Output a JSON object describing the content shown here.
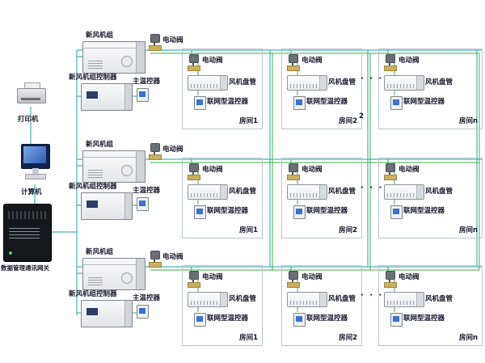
{
  "diagram": {
    "left": {
      "printer": "打印机",
      "computer": "计算机",
      "gateway": "数据管理通讯网关"
    },
    "labels": {
      "ahu": "新风机组",
      "ahu_controller": "新风机组控制器",
      "valve": "电动阀",
      "main_thermostat": "主温控器",
      "fan_coil": "风机盘管",
      "net_thermostat": "联网型温控器",
      "ellipsis": "· · ·",
      "extra_2": "2"
    },
    "rows": [
      {
        "rooms": [
          "房间1",
          "房间2",
          "房间n"
        ]
      },
      {
        "rooms": [
          "房间1",
          "房间2",
          "房间n"
        ]
      },
      {
        "rooms": [
          "房间1",
          "房间2",
          "房间n"
        ]
      }
    ],
    "colors": {
      "bus_teal": "#1fa3a3",
      "bus_green": "#3fae4e"
    }
  }
}
